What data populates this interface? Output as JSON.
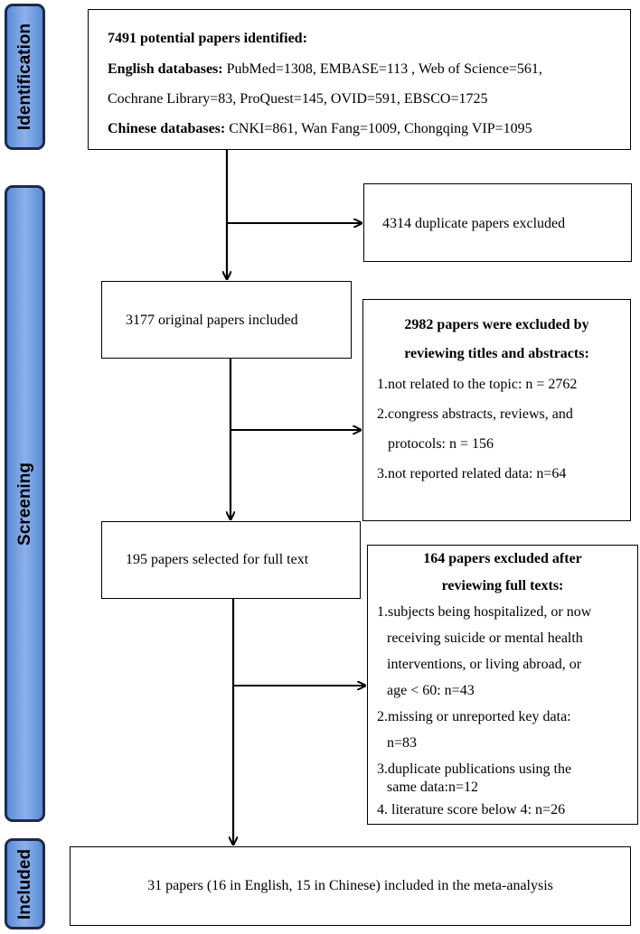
{
  "phases": {
    "identification": "Identification",
    "screening": "Screening",
    "included": "Included"
  },
  "identified": {
    "title": "7491 potential papers identified:",
    "english_label": "English databases:",
    "english_line1": " PubMed=1308, EMBASE=113 , Web of Science=561,",
    "english_line2": "Cochrane Library=83, ProQuest=145, OVID=591, EBSCO=1725",
    "chinese_label": "Chinese databases:",
    "chinese_values": " CNKI=861, Wan Fang=1009, Chongqing VIP=1095"
  },
  "duplicates": {
    "text": "4314 duplicate papers excluded"
  },
  "original": {
    "text": "3177 original papers included"
  },
  "title_abstract_exclusion": {
    "title_line1": "2982 papers were excluded by",
    "title_line2": "reviewing titles and abstracts:",
    "item1": "1.not related to the topic: n = 2762",
    "item2_line1": "2.congress abstracts, reviews, and",
    "item2_line2": "protocols: n = 156",
    "item3": "3.not reported related data: n=64"
  },
  "fulltext": {
    "text": "195 papers selected for  full text"
  },
  "fulltext_exclusion": {
    "title_line1": "164 papers excluded after",
    "title_line2": "reviewing full texts:",
    "item1_line1": "1.subjects being hospitalized, or now",
    "item1_line2": "receiving suicide or mental health",
    "item1_line3": "interventions, or living abroad, or",
    "item1_line4": "age < 60: n=43",
    "item2_line1": "2.missing or unreported key data:",
    "item2_line2": "n=83",
    "item3_line1": "3.duplicate publications using the",
    "item3_line2": "same data:n=12",
    "item4": "4. literature score below 4: n=26"
  },
  "final": {
    "text": "31 papers (16 in English, 15 in Chinese) included in the meta-analysis"
  }
}
